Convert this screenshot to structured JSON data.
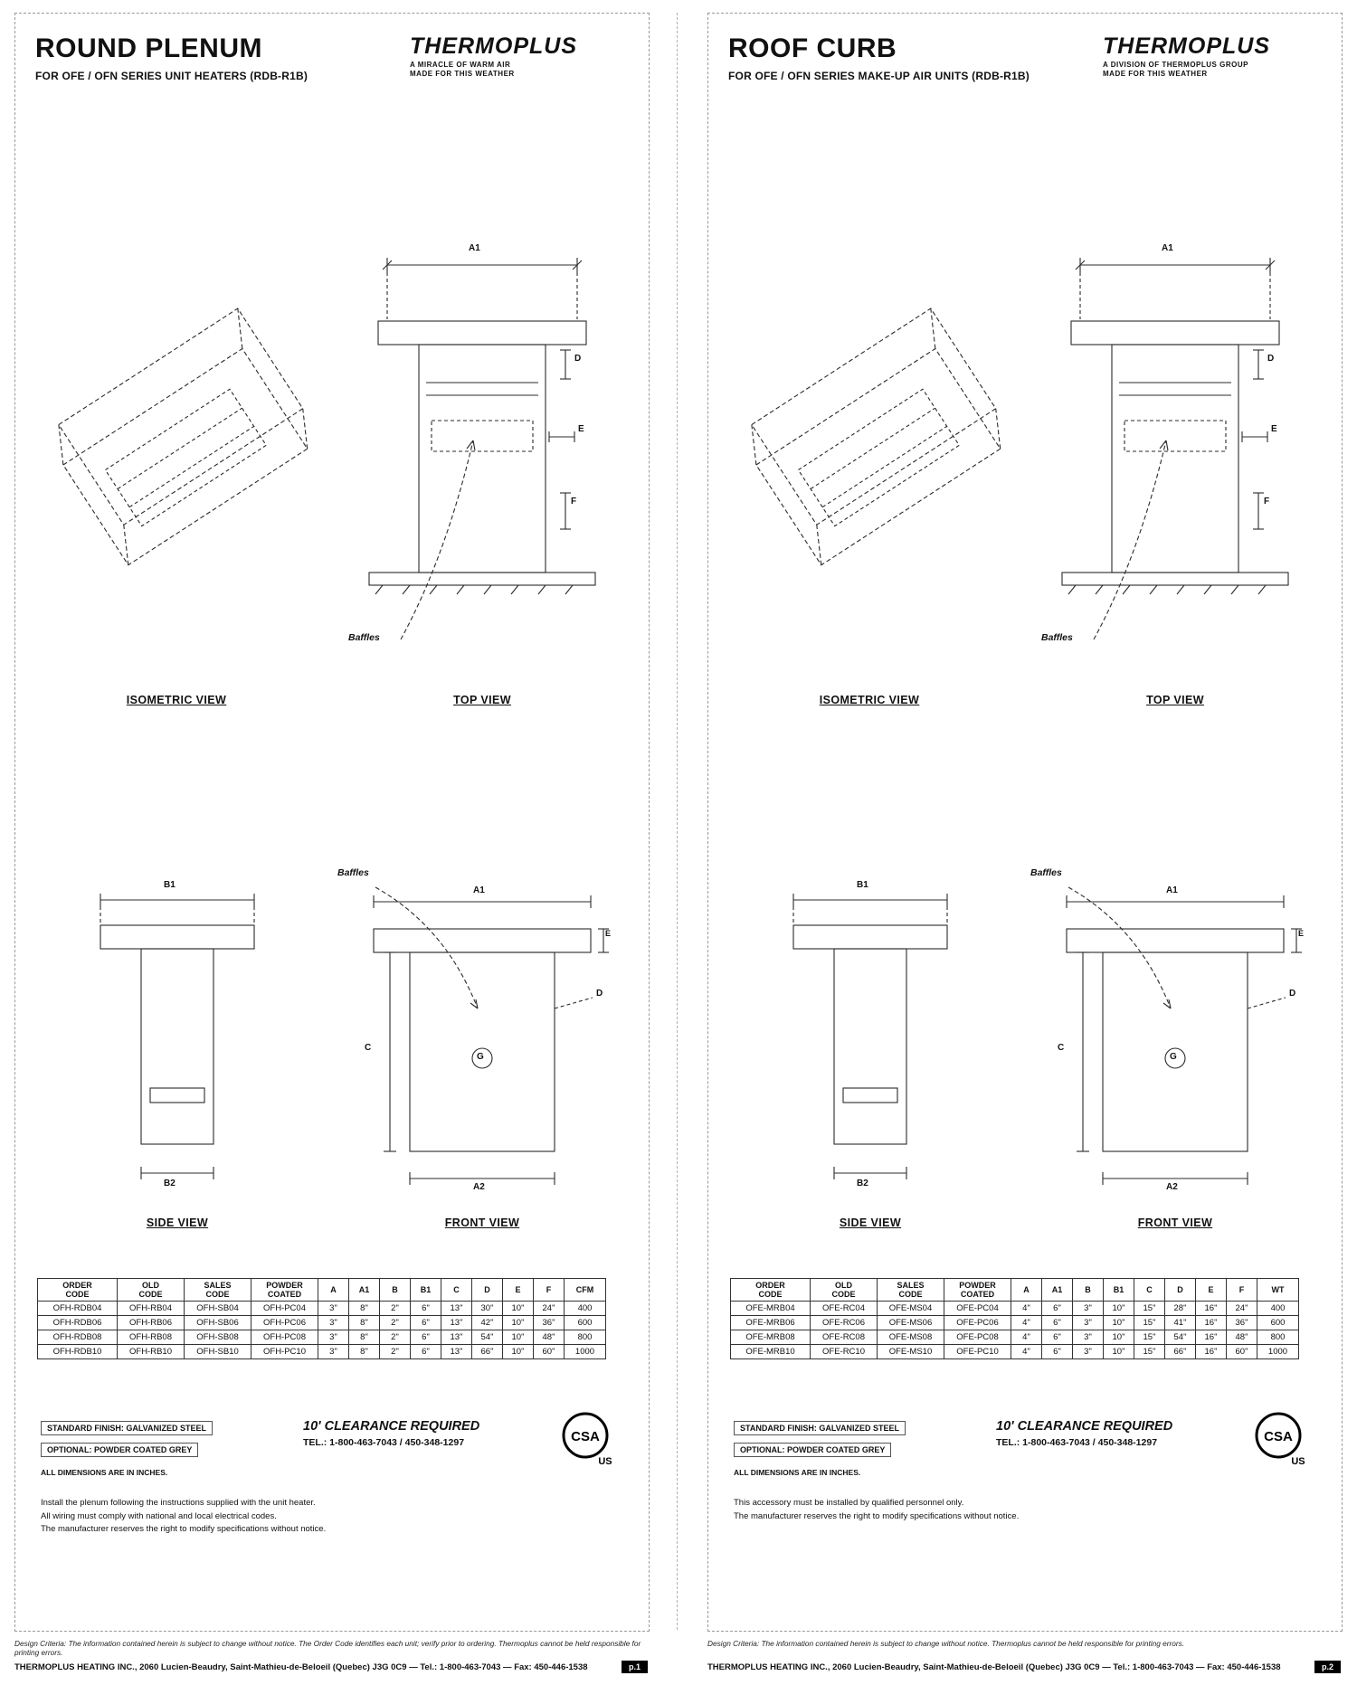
{
  "page_left": {
    "title": "ROUND PLENUM",
    "subtitle": "FOR OFE / OFN SERIES UNIT HEATERS (RDB-R1B)",
    "logo": {
      "brand": "THERMOPLUS",
      "tag1": "A MIRACLE OF WARM AIR",
      "tag2": "MADE FOR THIS WEATHER"
    },
    "captions": {
      "iso": "ISOMETRIC VIEW",
      "top": "TOP VIEW",
      "side": "SIDE VIEW",
      "front": "FRONT VIEW"
    },
    "labels": {
      "top_a1": "A1",
      "top_d": "D",
      "top_e": "E",
      "top_f": "F",
      "top_baffles": "Baffles",
      "side_b1": "B1",
      "side_b2": "B2",
      "front_a1": "A1",
      "front_c": "C",
      "front_d": "D",
      "front_e": "E",
      "front_g": "G",
      "front_a2": "A2",
      "front_baffles": "Baffles"
    },
    "table": {
      "head": [
        "ORDER\nCODE",
        "OLD\nCODE",
        "SALES\nCODE",
        "POWDER\nCOATED",
        "A",
        "A1",
        "B",
        "B1",
        "C",
        "D",
        "E",
        "F",
        "CFM"
      ],
      "rows": [
        [
          "OFH-RDB04",
          "OFH-RB04",
          "OFH-SB04",
          "OFH-PC04",
          "3\"",
          "8\"",
          "2\"",
          "6\"",
          "13\"",
          "30\"",
          "10\"",
          "24\"",
          "400"
        ],
        [
          "OFH-RDB06",
          "OFH-RB06",
          "OFH-SB06",
          "OFH-PC06",
          "3\"",
          "8\"",
          "2\"",
          "6\"",
          "13\"",
          "42\"",
          "10\"",
          "36\"",
          "600"
        ],
        [
          "OFH-RDB08",
          "OFH-RB08",
          "OFH-SB08",
          "OFH-PC08",
          "3\"",
          "8\"",
          "2\"",
          "6\"",
          "13\"",
          "54\"",
          "10\"",
          "48\"",
          "800"
        ],
        [
          "OFH-RDB10",
          "OFH-RB10",
          "OFH-SB10",
          "OFH-PC10",
          "3\"",
          "8\"",
          "2\"",
          "6\"",
          "13\"",
          "66\"",
          "10\"",
          "60\"",
          "1000"
        ]
      ]
    },
    "notes": {
      "finish1": "STANDARD FINISH: GALVANIZED STEEL",
      "finish2": "OPTIONAL: POWDER COATED GREY",
      "dims": "ALL DIMENSIONS ARE IN INCHES.",
      "clearance": "10' CLEARANCE REQUIRED",
      "phone": "TEL.: 1-800-463-7043 / 450-348-1297",
      "csa": {
        "text": "CSA",
        "sub": "US"
      },
      "para1": "Install the plenum following the instructions supplied with the unit heater.",
      "para2": "All wiring must comply with national and local electrical codes.",
      "para3": "The manufacturer reserves the right to modify specifications without notice."
    },
    "footer": {
      "fineprint": "Design Criteria: The information contained herein is subject to change without notice. The Order Code identifies each unit; verify prior to ordering. Thermoplus cannot be held responsible for printing errors.",
      "address": "THERMOPLUS HEATING INC., 2060 Lucien-Beaudry, Saint-Mathieu-de-Beloeil (Quebec) J3G 0C9 — Tel.: 1-800-463-7043 — Fax: 450-446-1538",
      "page": "p.1"
    }
  },
  "page_right": {
    "title": "ROOF CURB",
    "subtitle": "FOR OFE / OFN SERIES MAKE-UP AIR UNITS (RDB-R1B)",
    "logo": {
      "brand": "THERMOPLUS",
      "tag1": "A DIVISION OF THERMOPLUS GROUP",
      "tag2": "MADE FOR THIS WEATHER"
    },
    "captions": {
      "iso": "ISOMETRIC VIEW",
      "top": "TOP VIEW",
      "side": "SIDE VIEW",
      "front": "FRONT VIEW"
    },
    "labels": {
      "top_a1": "A1",
      "top_d": "D",
      "top_e": "E",
      "top_f": "F",
      "top_baffles": "Baffles",
      "side_b1": "B1",
      "side_b2": "B2",
      "front_a1": "A1",
      "front_c": "C",
      "front_d": "D",
      "front_e": "E",
      "front_g": "G",
      "front_a2": "A2",
      "front_baffles": "Baffles"
    },
    "table": {
      "head": [
        "ORDER\nCODE",
        "OLD\nCODE",
        "SALES\nCODE",
        "POWDER\nCOATED",
        "A",
        "A1",
        "B",
        "B1",
        "C",
        "D",
        "E",
        "F",
        "WT"
      ],
      "rows": [
        [
          "OFE-MRB04",
          "OFE-RC04",
          "OFE-MS04",
          "OFE-PC04",
          "4\"",
          "6\"",
          "3\"",
          "10\"",
          "15\"",
          "28\"",
          "16\"",
          "24\"",
          "400"
        ],
        [
          "OFE-MRB06",
          "OFE-RC06",
          "OFE-MS06",
          "OFE-PC06",
          "4\"",
          "6\"",
          "3\"",
          "10\"",
          "15\"",
          "41\"",
          "16\"",
          "36\"",
          "600"
        ],
        [
          "OFE-MRB08",
          "OFE-RC08",
          "OFE-MS08",
          "OFE-PC08",
          "4\"",
          "6\"",
          "3\"",
          "10\"",
          "15\"",
          "54\"",
          "16\"",
          "48\"",
          "800"
        ],
        [
          "OFE-MRB10",
          "OFE-RC10",
          "OFE-MS10",
          "OFE-PC10",
          "4\"",
          "6\"",
          "3\"",
          "10\"",
          "15\"",
          "66\"",
          "16\"",
          "60\"",
          "1000"
        ]
      ]
    },
    "notes": {
      "finish1": "STANDARD FINISH: GALVANIZED STEEL",
      "finish2": "OPTIONAL: POWDER COATED GREY",
      "dims": "ALL DIMENSIONS ARE IN INCHES.",
      "clearance": "10' CLEARANCE REQUIRED",
      "phone": "TEL.: 1-800-463-7043 / 450-348-1297",
      "csa": {
        "text": "CSA",
        "sub": "US"
      },
      "para1": "This accessory must be installed by qualified personnel only.",
      "para2": "The manufacturer reserves the right to modify specifications without notice.",
      "para3": ""
    },
    "footer": {
      "fineprint": "Design Criteria: The information contained herein is subject to change without notice. Thermoplus cannot be held responsible for printing errors.",
      "address": "THERMOPLUS HEATING INC., 2060 Lucien-Beaudry, Saint-Mathieu-de-Beloeil (Quebec) J3G 0C9 — Tel.: 1-800-463-7043 — Fax: 450-446-1538",
      "page": "p.2"
    }
  }
}
